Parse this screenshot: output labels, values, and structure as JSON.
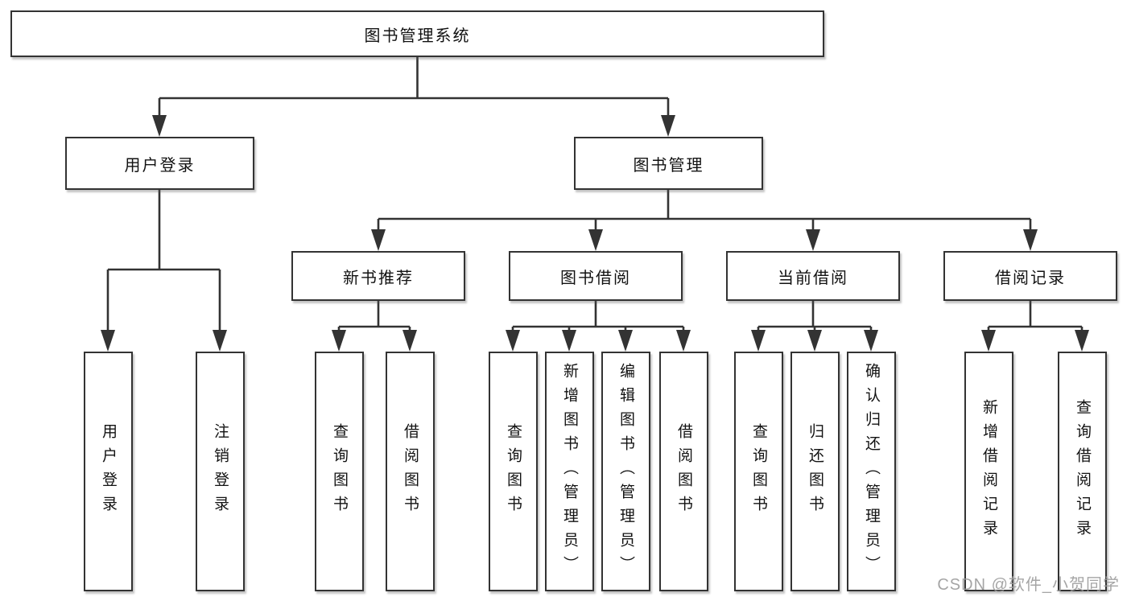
{
  "tree": {
    "label": "图书管理系统",
    "children": [
      {
        "label": "用户登录",
        "children": [
          {
            "label": "用户登录"
          },
          {
            "label": "注销登录"
          }
        ]
      },
      {
        "label": "图书管理",
        "children": [
          {
            "label": "新书推荐",
            "children": [
              {
                "label": "查询图书"
              },
              {
                "label": "借阅图书"
              }
            ]
          },
          {
            "label": "图书借阅",
            "children": [
              {
                "label": "查询图书"
              },
              {
                "label": "新增图书（管理员）"
              },
              {
                "label": "编辑图书（管理员）"
              },
              {
                "label": "借阅图书"
              }
            ]
          },
          {
            "label": "当前借阅",
            "children": [
              {
                "label": "查询图书"
              },
              {
                "label": "归还图书"
              },
              {
                "label": "确认归还（管理员）"
              }
            ]
          },
          {
            "label": "借阅记录",
            "children": [
              {
                "label": "新增借阅记录"
              },
              {
                "label": "查询借阅记录"
              }
            ]
          }
        ]
      }
    ]
  },
  "watermark": "CSDN @软件_小贺同学",
  "colors": {
    "line": "#333333",
    "text": "#121212",
    "background": "#ffffff",
    "watermark": "#9c9c9c"
  }
}
